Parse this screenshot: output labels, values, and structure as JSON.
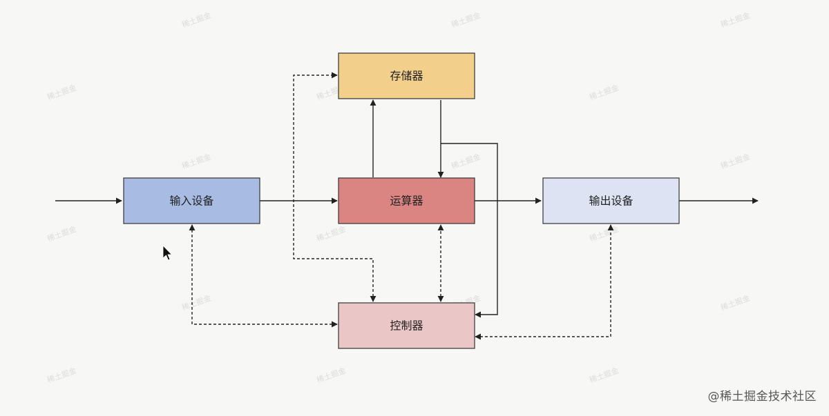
{
  "nodes": {
    "memory": {
      "label": "存储器",
      "fill": "#f2cf8a"
    },
    "alu": {
      "label": "运算器",
      "fill": "#da8582"
    },
    "input": {
      "label": "输入设备",
      "fill": "#a8bbe3"
    },
    "output": {
      "label": "输出设备",
      "fill": "#dde3f2"
    },
    "control": {
      "label": "控制器",
      "fill": "#ebc6c6"
    }
  },
  "colors": {
    "background": "#f7f7f5",
    "stroke": "#333333",
    "line": "#222222"
  },
  "watermark_text": "稀土掘金",
  "credit": "@稀土掘金技术社区"
}
